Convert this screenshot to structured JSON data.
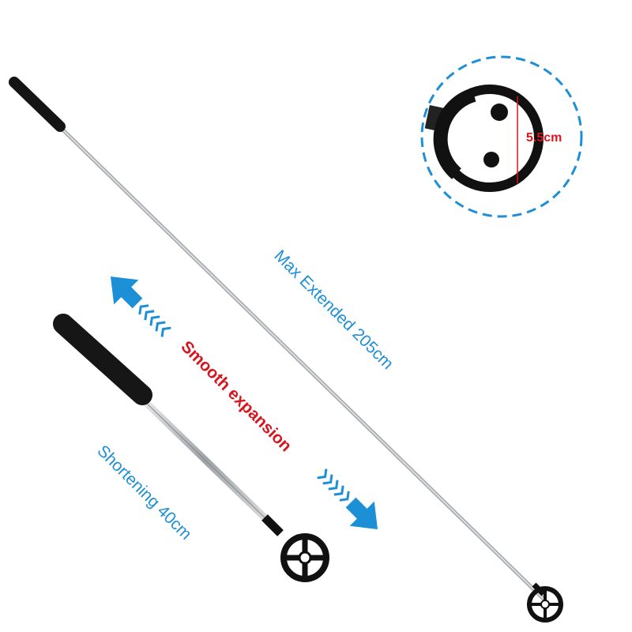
{
  "labels": {
    "max_extended": "Max Extended 205cm",
    "smooth_expansion": "Smooth expansion",
    "shortening": "Shortening 40cm",
    "diameter": "5.5cm"
  },
  "colors": {
    "blue": "#1d8fd6",
    "red": "#d8141c",
    "grip": "#1a1a1a",
    "shaft": "#b8bcc0"
  }
}
